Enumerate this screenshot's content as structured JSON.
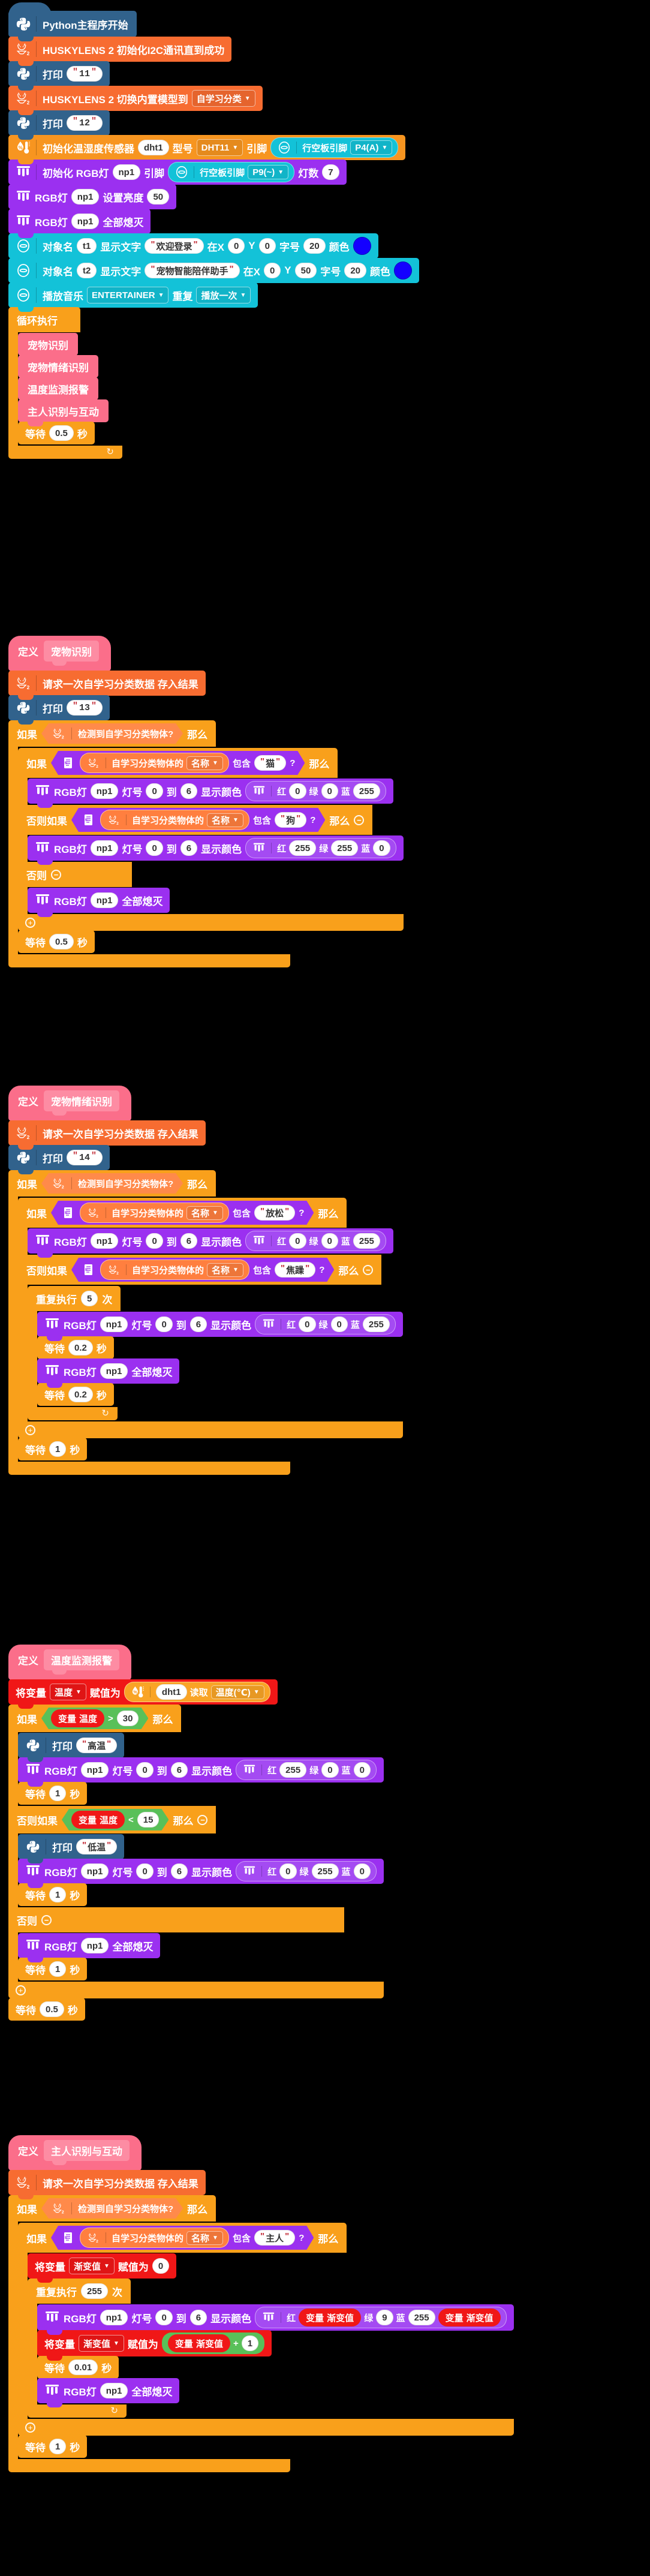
{
  "meta": {
    "app": "Mind+ block programming canvas",
    "language": "zh-CN"
  },
  "labels": {
    "print": "打印",
    "if": "如果",
    "then": "那么",
    "elseif": "否则如果",
    "else": "否则",
    "forever": "循环执行",
    "repeat_n_pre": "重复执行",
    "repeat_n_post": "次",
    "wait_pre": "等待",
    "wait_post": "秒",
    "define": "定义",
    "set_var_pre": "将变量",
    "set_var_mid": "赋值为",
    "var": "变量",
    "contains": "包含",
    "qmark": "?",
    "name_field": "名称",
    "plus": "+",
    "obj_name": "对象名",
    "show_text": "显示文字",
    "at_x": "在X",
    "at_y": "Y",
    "font_size": "字号",
    "color": "颜色",
    "play_music": "播放音乐",
    "repeat_mode": "重复",
    "rgb_label": "RGB灯",
    "rgb_init": "初始化 RGB灯",
    "pin": "引脚",
    "lamp_count": "灯数",
    "set_brightness": "设置亮度",
    "all_off": "全部熄灭",
    "lamp_no": "灯号",
    "to": "到",
    "show_color": "显示颜色",
    "red": "红",
    "green": "绿",
    "blue": "蓝",
    "dht_init": "初始化温湿度传感器",
    "dht_model": "型号",
    "read": "读取",
    "unihiker_pin": "行空板引脚"
  },
  "script1": {
    "hat": "Python主程序开始",
    "blocks": [
      {
        "kind": "husky",
        "text": "HUSKYLENS 2 初始化I2C通讯直到成功"
      },
      {
        "kind": "python",
        "text": "打印",
        "value": "11"
      },
      {
        "kind": "husky_dd",
        "text": "HUSKYLENS 2 切换内置模型到",
        "option": "自学习分类"
      },
      {
        "kind": "python",
        "text": "打印",
        "value": "12"
      }
    ],
    "dht_init": {
      "name": "dht1",
      "model": "DHT11",
      "pin_board": "行空板引脚",
      "pin": "P4(A)"
    },
    "rgb_init": {
      "name": "np1",
      "pin_board": "行空板引脚",
      "pin": "P9(~)",
      "count": "7"
    },
    "rgb_brightness": {
      "name": "np1",
      "value": "50"
    },
    "rgb_off": {
      "name": "np1"
    },
    "text1": {
      "obj": "t1",
      "text": "欢迎登录",
      "x": "0",
      "y": "0",
      "size": "20",
      "color": "#1400ff"
    },
    "text2": {
      "obj": "t2",
      "text": "宠物智能陪伴助手",
      "x": "0",
      "y": "50",
      "size": "20",
      "color": "#1400ff"
    },
    "music": {
      "tune": "ENTERTAINER",
      "mode": "播放一次"
    },
    "forever_calls": [
      "宠物识别",
      "宠物情绪识别",
      "温度监测报警",
      "主人识别与互动"
    ],
    "forever_wait": "0.5"
  },
  "script2": {
    "define": "宠物识别",
    "request": "请求一次自学习分类数据 存入结果",
    "print": "13",
    "cond_detect": "检测到自学习分类物体?",
    "cond_obj_prefix": "自学习分类物体的",
    "branches": [
      {
        "keyword": "猫",
        "rgb": {
          "name": "np1",
          "from": "0",
          "to": "6",
          "r": "0",
          "g": "0",
          "b": "255"
        }
      },
      {
        "keyword": "狗",
        "rgb": {
          "name": "np1",
          "from": "0",
          "to": "6",
          "r": "255",
          "g": "255",
          "b": "0"
        }
      }
    ],
    "else_rgb_off": "np1",
    "wait": "0.5"
  },
  "script3": {
    "define": "宠物情绪识别",
    "request": "请求一次自学习分类数据 存入结果",
    "print": "14",
    "cond_detect": "检测到自学习分类物体?",
    "cond_obj_prefix": "自学习分类物体的",
    "branch_relax": {
      "keyword": "放松",
      "rgb": {
        "name": "np1",
        "from": "0",
        "to": "6",
        "r": "0",
        "g": "0",
        "b": "255"
      }
    },
    "branch_anxious": {
      "keyword": "焦躁",
      "repeat": "5",
      "rgb_on": {
        "name": "np1",
        "from": "0",
        "to": "6",
        "r": "0",
        "g": "0",
        "b": "255"
      },
      "wait1": "0.2",
      "rgb_off": "np1",
      "wait2": "0.2"
    },
    "wait": "1"
  },
  "script4": {
    "define": "温度监测报警",
    "set_var": {
      "name": "温度",
      "sensor": "dht1",
      "read": "温度(℃)"
    },
    "if_hot": {
      "var": "温度",
      "op": ">",
      "value": "30",
      "print": "高温",
      "rgb": {
        "name": "np1",
        "from": "0",
        "to": "6",
        "r": "255",
        "g": "0",
        "b": "0"
      },
      "wait": "1"
    },
    "elseif_cold": {
      "var": "温度",
      "op": "<",
      "value": "15",
      "print": "低温",
      "rgb": {
        "name": "np1",
        "from": "0",
        "to": "6",
        "r": "0",
        "g": "255",
        "b": "0"
      },
      "wait": "1"
    },
    "else": {
      "rgb_off": "np1",
      "wait": "1"
    },
    "wait": "0.5"
  },
  "script5": {
    "define": "主人识别与互动",
    "request": "请求一次自学习分类数据 存入结果",
    "cond_detect": "检测到自学习分类物体?",
    "cond_obj_prefix": "自学习分类物体的",
    "keyword": "主人",
    "set_fade_zero": {
      "name": "渐变值",
      "value": "0"
    },
    "repeat": "255",
    "rgb": {
      "name": "np1",
      "from": "0",
      "to": "6",
      "r_var": "渐变值",
      "g": "9",
      "b": "255",
      "b_var": "渐变值"
    },
    "increment": {
      "name": "渐变值",
      "var": "渐变值",
      "plus": "1"
    },
    "wait_step": "0.01",
    "rgb_off": "np1",
    "wait": "1"
  }
}
